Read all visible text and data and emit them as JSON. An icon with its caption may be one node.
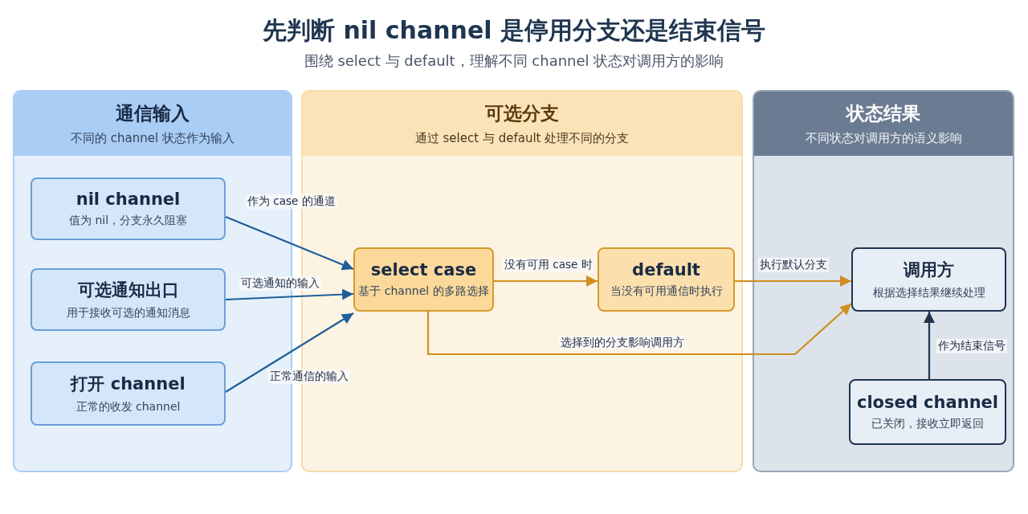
{
  "diagram": {
    "title": "先判断 nil channel 是停用分支还是结束信号",
    "nodes": [
      {
        "text": [
          "通信输入",
          "不同的 channel 状态作为输入"
        ]
      },
      {
        "text": [
          "nil channel",
          "值为 nil，分支永久阻塞"
        ],
        "in": 0
      },
      {
        "text": [
          "可选通知出口",
          "用于接收可选的通知消息"
        ],
        "in": 0
      },
      {
        "text": [
          "打开 channel",
          "正常的收发 channel"
        ],
        "in": 0
      },
      {
        "text": [
          "可选分支",
          "通过 select 与 default 处理不同的分支"
        ]
      },
      {
        "text": [
          "select case",
          "基于 channel 的多路选择"
        ],
        "in": 4
      },
      {
        "text": [
          "default",
          "当没有可用通信时执行"
        ],
        "in": 4
      },
      {
        "text": [
          "状态结果",
          "不同状态对调用方的语义影响"
        ]
      },
      {
        "text": [
          "调用方",
          "根据选择结果继续处理"
        ],
        "in": 7
      },
      {
        "text": [
          "closed channel",
          "已关闭，接收立即返回"
        ],
        "in": 7
      }
    ],
    "edges": [
      {
        "from": 1,
        "to": 5,
        "arrow": "to",
        "label": "作为 case 的通道",
        "color": "#1f5f99"
      },
      {
        "from": 2,
        "to": 5,
        "arrow": "to",
        "label": "可选通知的输入",
        "color": "#1f5f99"
      },
      {
        "from": 3,
        "to": 5,
        "arrow": "to",
        "label": "正常通信的输入",
        "color": "#1f5f99"
      },
      {
        "from": 5,
        "to": 6,
        "arrow": "to",
        "label": "没有可用 case 时",
        "color": "#d08e1e"
      },
      {
        "from": 6,
        "to": 8,
        "arrow": "to",
        "label": "执行默认分支",
        "color": "#d08e1e"
      },
      {
        "from": 5,
        "to": 8,
        "arrow": "to",
        "label": "选择到的分支影响调用方",
        "color": "#d08e1e"
      },
      {
        "from": 9,
        "to": 8,
        "arrow": "to",
        "label": "作为结束信号",
        "color": "#1f3550"
      }
    ],
    "labels": [
      "围绕 select 与 default，理解不同 channel 状态对调用方的影响"
    ]
  }
}
